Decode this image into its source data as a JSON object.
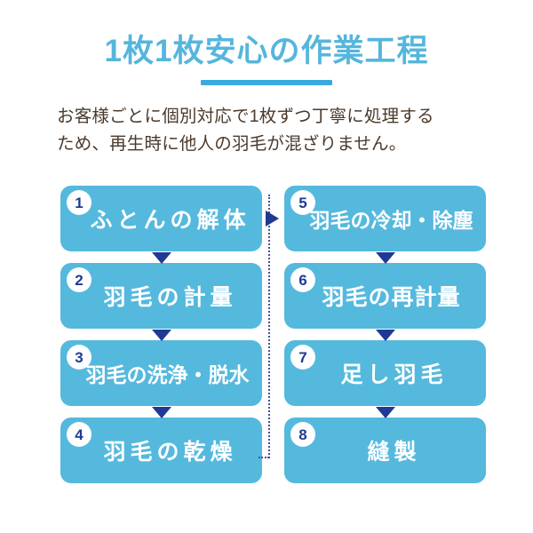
{
  "header": {
    "title": "1枚1枚安心の作業工程",
    "underline_color": "#3aaade",
    "title_color": "#55b6dd"
  },
  "lead": {
    "line1": "お客様ごとに個別対応で1枚ずつ丁寧に処理する",
    "line2": "ため、再生時に他人の羽毛が混ざりません。",
    "text_color": "#4b3a2c"
  },
  "flow": {
    "box_color": "#55b9dd",
    "badge_text_color": "#1f3a93",
    "arrow_color": "#1f3a93",
    "connector_color": "#4a4fa0",
    "left_column": [
      {
        "number": "1",
        "label": "ふとんの解体"
      },
      {
        "number": "2",
        "label": "羽毛の計量"
      },
      {
        "number": "3",
        "label": "羽毛の洗浄・脱水"
      },
      {
        "number": "4",
        "label": "羽毛の乾燥"
      }
    ],
    "right_column": [
      {
        "number": "5",
        "label": "羽毛の冷却・除塵"
      },
      {
        "number": "6",
        "label": "羽毛の再計量"
      },
      {
        "number": "7",
        "label": "足し羽毛"
      },
      {
        "number": "8",
        "label": "縫製"
      }
    ]
  }
}
